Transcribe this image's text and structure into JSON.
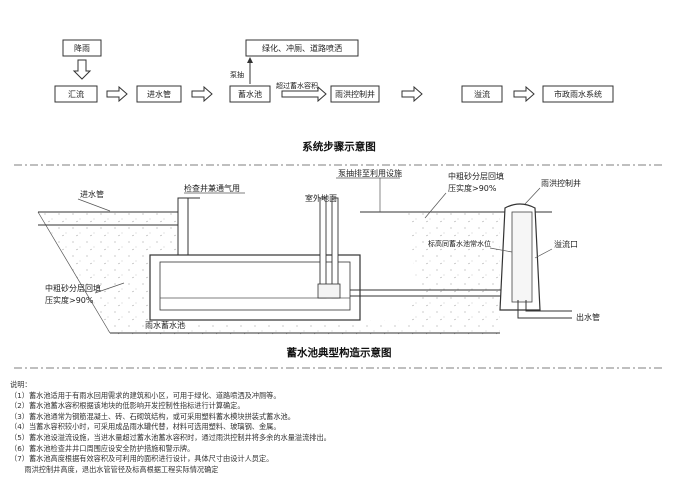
{
  "flow": {
    "rain": "降雨",
    "collect": "汇流",
    "inlet_pipe": "进水管",
    "tank": "蓄水池",
    "overflow_well": "雨洪控制井",
    "overflow": "溢流",
    "municipal": "市政雨水系统",
    "reuse": "绿化、冲厕、道路喷洒",
    "pump": "泵抽",
    "exceed": "超过蓄水容积"
  },
  "titles": {
    "flow_title": "系统步骤示意图",
    "section_title": "蓄水池典型构造示意图"
  },
  "section": {
    "inlet_pipe": "进水管",
    "inspection": "检查井兼通气用",
    "pump_pipe": "泵抽排至利用设施",
    "outdoor_ground": "室外地面",
    "backfill_top": "中粗砂分层回填",
    "compaction_top": "压实度>90%",
    "overflow_well": "雨洪控制井",
    "water_level": "标高同蓄水池常水位",
    "overflow_port": "溢流口",
    "backfill_left": "中粗砂分层回填",
    "compaction_left": "压实度>90%",
    "tank": "雨水蓄水池",
    "outlet_pipe": "出水管"
  },
  "notes": {
    "heading": "说明：",
    "items": [
      "（1）蓄水池适用于有雨水回用需求的建筑和小区，可用于绿化、道路喷洒及冲厕等。",
      "（2）蓄水池蓄水容积根据该地块的低影响开发控制性指标进行计算确定。",
      "（3）蓄水池通常为钢筋混凝土、砖、石砌筑结构，或可采用塑料蓄水模块拼装式蓄水池。",
      "（4）当蓄水容积较小时，可采用成品雨水罐代替，材料可选用塑料、玻璃钢、金属。",
      "（5）蓄水池设溢流设施，当进水量超过蓄水池蓄水容积时，通过雨洪控制井将多余的水量溢流排出。",
      "（6）蓄水池检查井井口周围应设安全防护措施和警示牌。",
      "（7）蓄水池高度根据有效容积及可利用的面积进行设计，具体尺寸由设计人员定。",
      "　　雨洪控制井高度，退出水管管径及标高根据工程实际情况确定"
    ]
  }
}
